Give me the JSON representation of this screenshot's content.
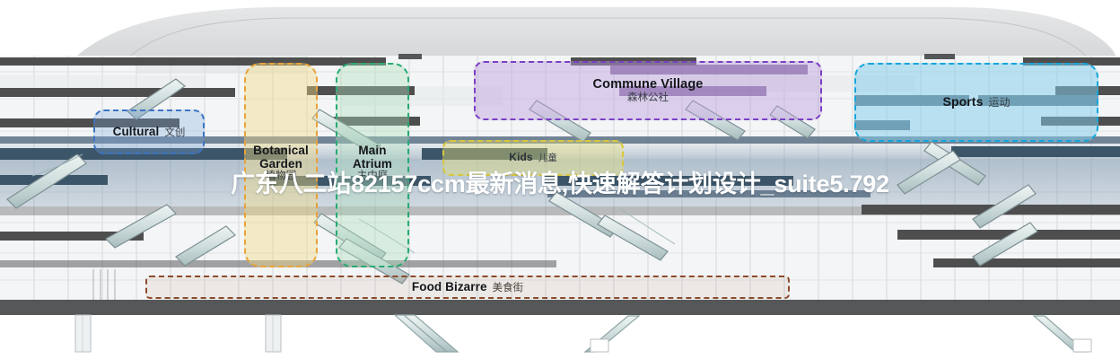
{
  "overlay": {
    "title": "广东八二站82157ccm最新消息,快速解答计划设计_suite5.792"
  },
  "diagram": {
    "type": "architectural building section",
    "colors": {
      "cultural_border": "#3b74c4",
      "cultural_fill": "#7aa8dd",
      "botanical_border": "#e8a33a",
      "botanical_fill": "#f0d882",
      "main_border": "#27ab72",
      "main_fill": "#b0debe",
      "kids_border": "#d8c73c",
      "kids_fill": "#e8e278",
      "commune_border": "#7a3fc4",
      "commune_fill": "#bda0dd",
      "sports_border": "#12a6db",
      "sports_fill": "#84cea8",
      "food_border": "#8b4a2b",
      "slab_dark": "#4a4a4a",
      "slab_blue": "#3c5568",
      "roof": "#d4d6d8",
      "background": "#ffffff"
    },
    "zones": [
      {
        "id": "cultural",
        "label_en": "Cultural",
        "label_zh": "文创",
        "accent": "#3b74c4"
      },
      {
        "id": "botanical",
        "label_en": "Botanical",
        "label_en2": "Garden",
        "label_zh": "植物园",
        "accent": "#e8a33a"
      },
      {
        "id": "main-atrium",
        "label_en": "Main",
        "label_en2": "Atrium",
        "label_zh": "主中庭",
        "accent": "#27ab72"
      },
      {
        "id": "kids",
        "label_en": "Kids",
        "label_zh": "儿童",
        "accent": "#d8c73c"
      },
      {
        "id": "commune-village",
        "label_en": "Commune Village",
        "label_zh": "森林公社",
        "accent": "#7a3fc4"
      },
      {
        "id": "sports",
        "label_en": "Sports",
        "label_zh": "运动",
        "accent": "#12a6db"
      },
      {
        "id": "food-bizarre",
        "label_en": "Food Bizarre",
        "label_zh": "美食街",
        "accent": "#8b4a2b"
      }
    ]
  }
}
